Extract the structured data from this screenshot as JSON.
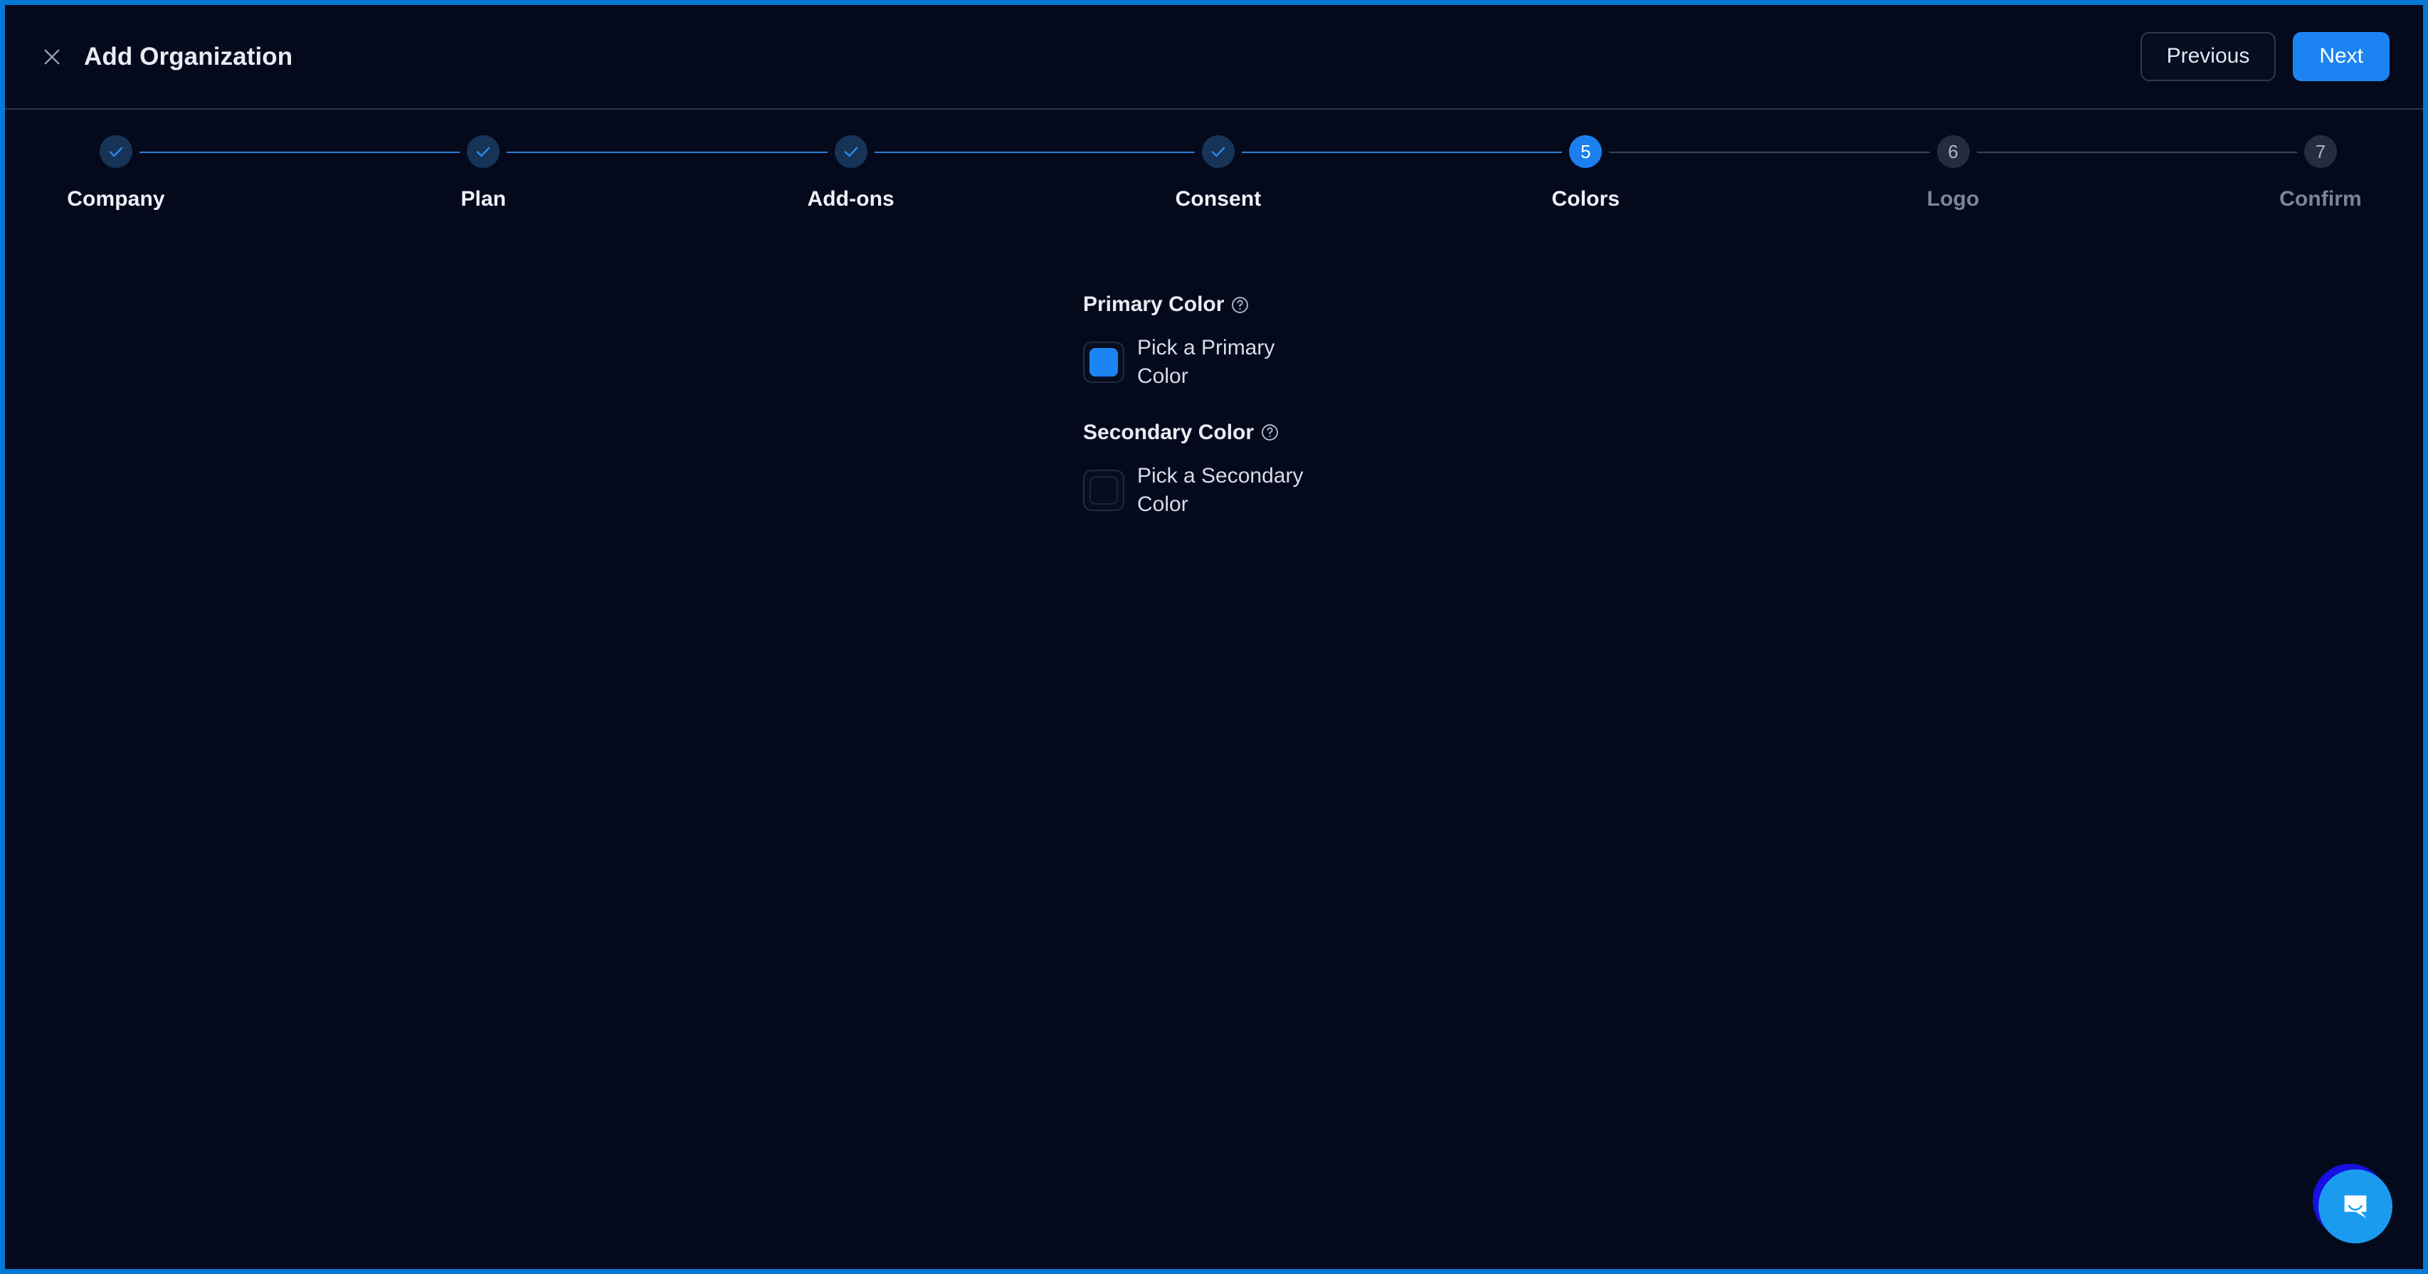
{
  "window": {
    "border_color": "#0579d8",
    "background": "#040a1c"
  },
  "header": {
    "close_icon": "close-icon",
    "title": "Add Organization",
    "previous_label": "Previous",
    "next_label": "Next",
    "accent_color": "#1b84f2"
  },
  "stepper": {
    "current_step": 5,
    "total_steps": 7,
    "steps": [
      {
        "number": "1",
        "label": "Company",
        "state": "done",
        "mark": "check"
      },
      {
        "number": "2",
        "label": "Plan",
        "state": "done",
        "mark": "check"
      },
      {
        "number": "3",
        "label": "Add-ons",
        "state": "done",
        "mark": "check"
      },
      {
        "number": "4",
        "label": "Consent",
        "state": "done",
        "mark": "check"
      },
      {
        "number": "5",
        "label": "Colors",
        "state": "active",
        "mark": "number"
      },
      {
        "number": "6",
        "label": "Logo",
        "state": "todo",
        "mark": "number"
      },
      {
        "number": "7",
        "label": "Confirm",
        "state": "todo",
        "mark": "number"
      }
    ]
  },
  "content": {
    "primary": {
      "label": "Primary Color",
      "help_icon": "help-circle-icon",
      "swatch_value": "#1b84f2",
      "swatch_state": "filled",
      "swatch_text": "Pick a Primary Color"
    },
    "secondary": {
      "label": "Secondary Color",
      "help_icon": "help-circle-icon",
      "swatch_value": "",
      "swatch_state": "empty",
      "swatch_text": "Pick a Secondary Color"
    }
  },
  "chat": {
    "icon": "chat-bubble-icon",
    "ring_color": "#1710e0",
    "disc_color": "#1a9bf0"
  }
}
